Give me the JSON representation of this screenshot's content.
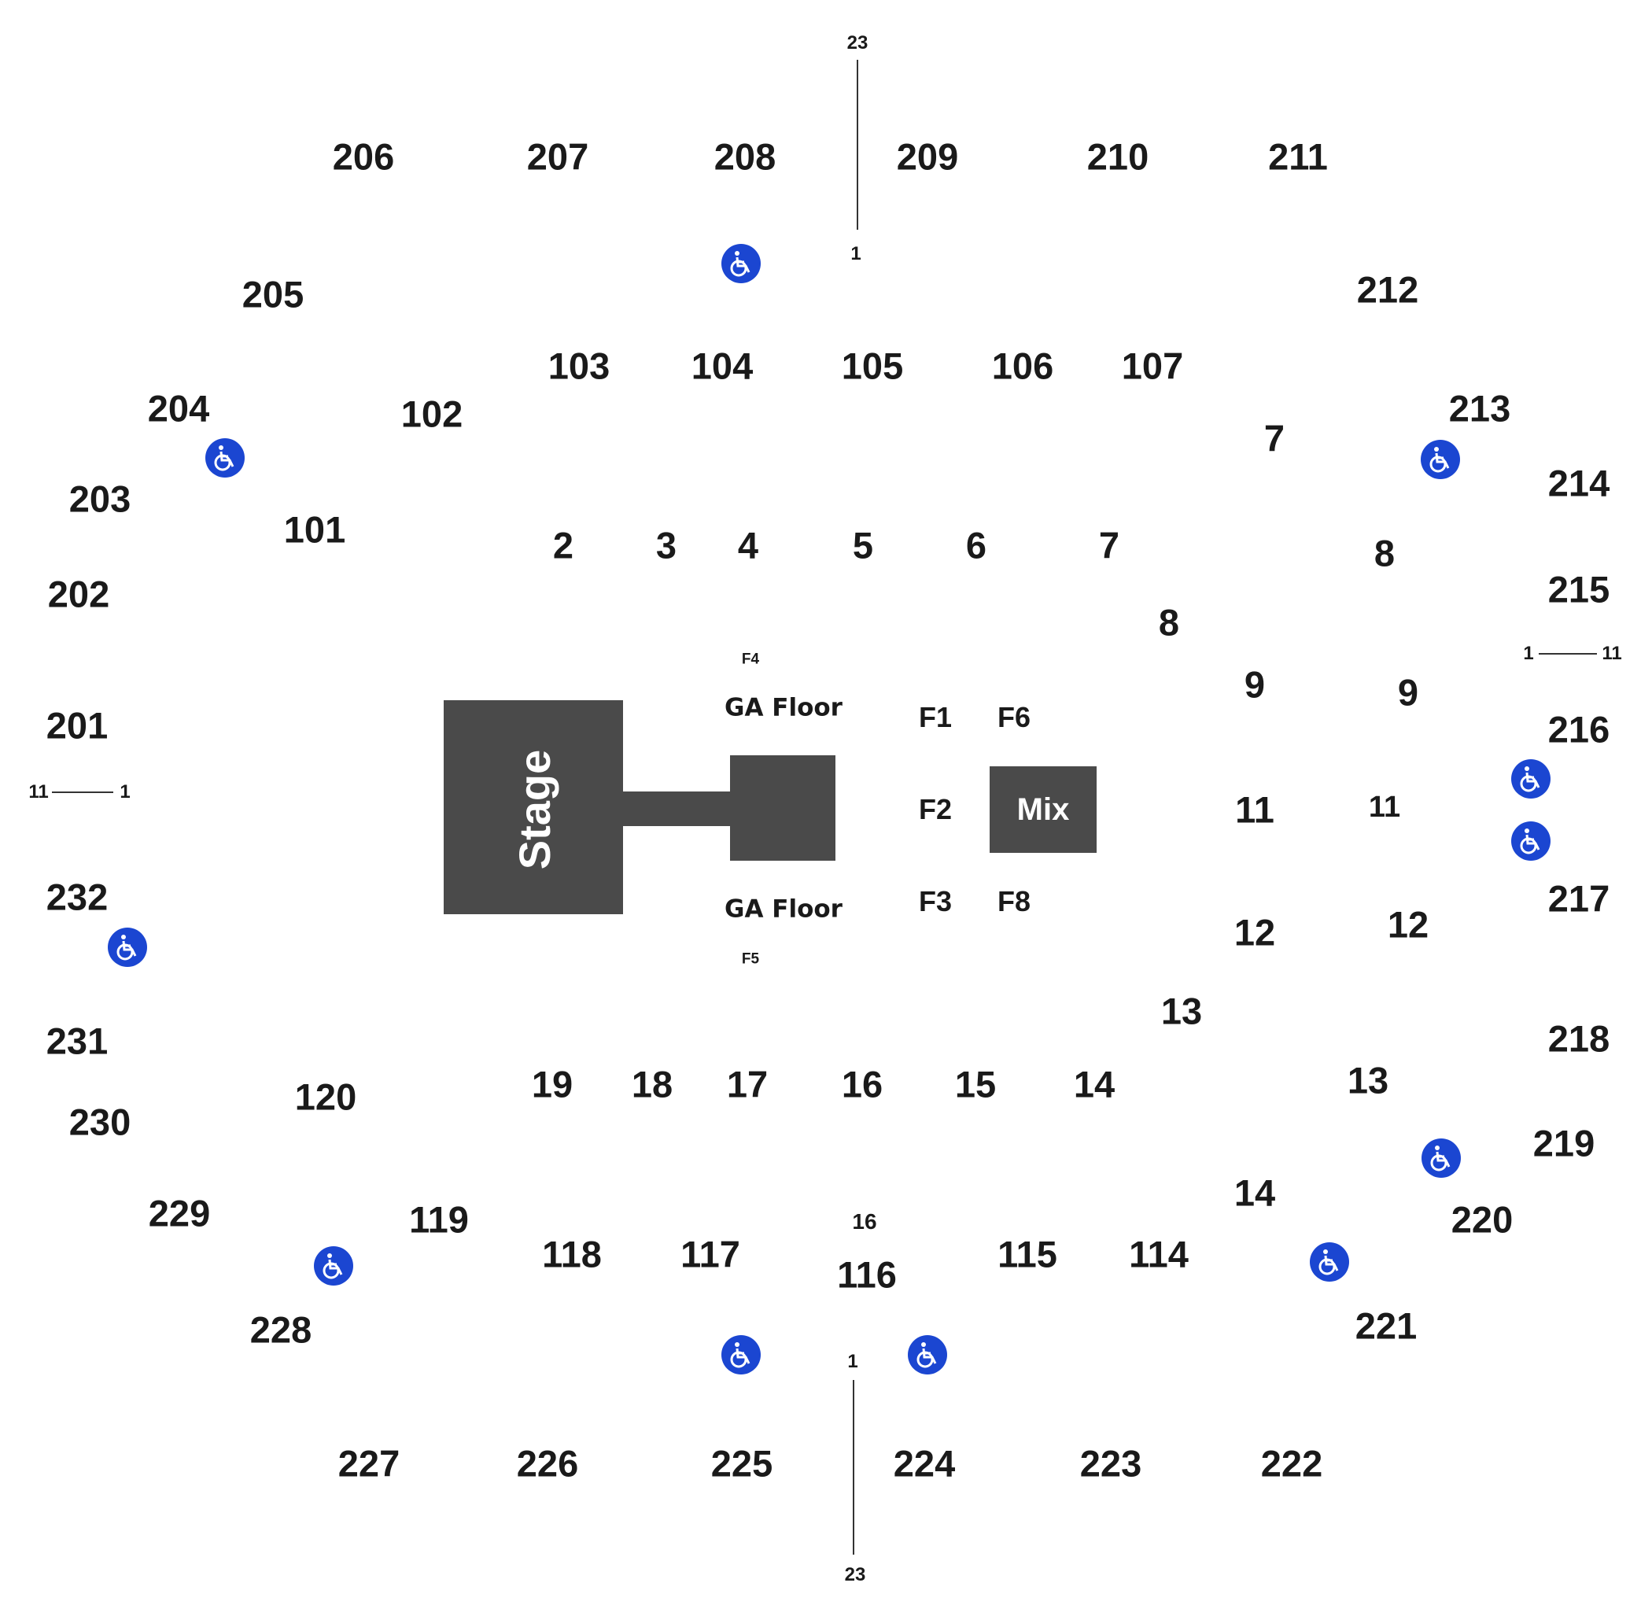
{
  "colors": {
    "block": "#4a4a4a",
    "ada": "#1b46d1",
    "text": "#1a1a1a"
  },
  "stage": {
    "label": "Stage"
  },
  "mix": {
    "label": "Mix"
  },
  "ga_floor": {
    "top_label": "GA Floor",
    "bottom_label": "GA Floor"
  },
  "floor_sections": [
    "F1",
    "F2",
    "F3",
    "F4",
    "F5",
    "F6",
    "F8"
  ],
  "upper_sections": [
    "201",
    "202",
    "203",
    "204",
    "205",
    "206",
    "207",
    "208",
    "209",
    "210",
    "211",
    "212",
    "213",
    "214",
    "215",
    "216",
    "217",
    "218",
    "219",
    "220",
    "221",
    "222",
    "223",
    "224",
    "225",
    "226",
    "227",
    "228",
    "229",
    "230",
    "231",
    "232"
  ],
  "lower_sections": [
    "101",
    "102",
    "103",
    "104",
    "105",
    "106",
    "107",
    "114",
    "115",
    "116",
    "117",
    "118",
    "119",
    "120"
  ],
  "floor_rows_top": [
    "2",
    "3",
    "4",
    "5",
    "6",
    "7"
  ],
  "floor_rows_bottom": [
    "19",
    "18",
    "17",
    "16",
    "15",
    "14"
  ],
  "right_rows_inner": [
    "8",
    "9",
    "11",
    "12",
    "13"
  ],
  "right_rows_outer": [
    "7",
    "8",
    "9",
    "11",
    "12",
    "13",
    "14"
  ],
  "right_row_small": "11",
  "row_markers": {
    "top_start": "23",
    "top_end": "1",
    "bottom_start": "1",
    "bottom_end": "23",
    "left_start": "11",
    "left_end": "1",
    "right_start": "1",
    "right_end": "11",
    "sec116_row": "16"
  },
  "ada_icon": "wheelchair-icon"
}
